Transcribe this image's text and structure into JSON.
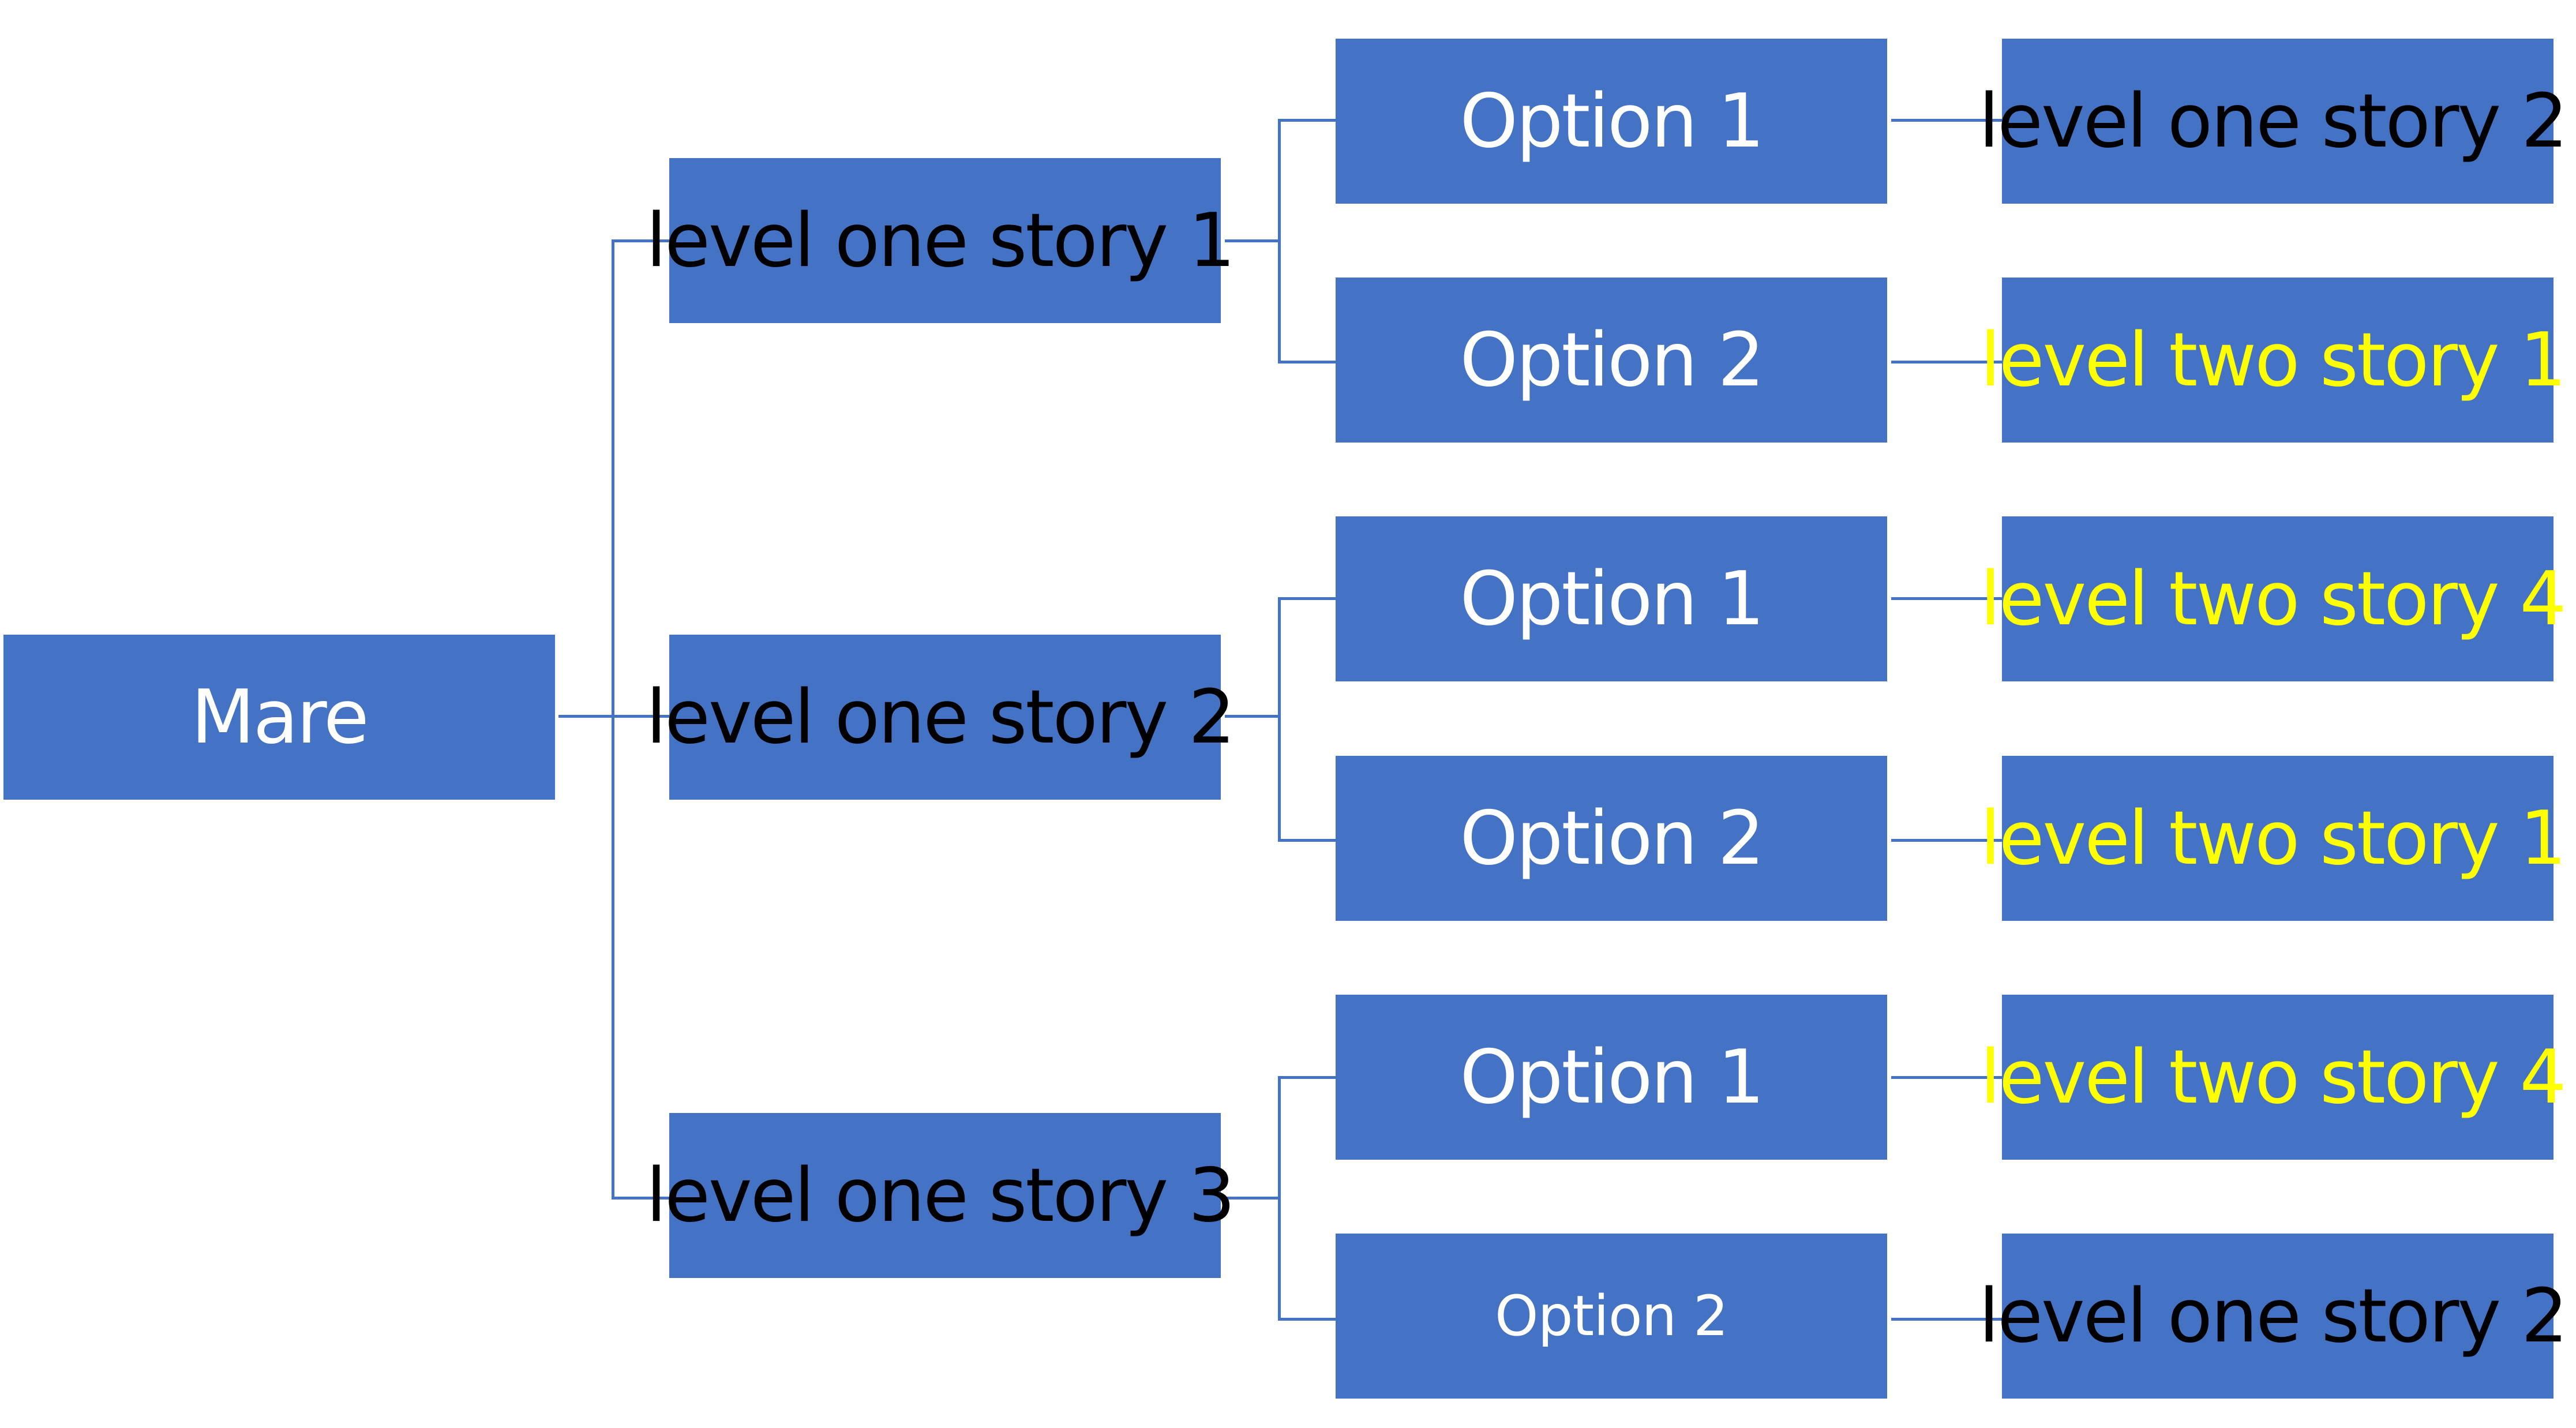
{
  "colors": {
    "box_fill": "#4472c4",
    "connector": "#4472c4",
    "text_white": "#ffffff",
    "text_black": "#000000",
    "text_yellow": "#ffff00"
  },
  "tree": {
    "root": {
      "label": "Mare",
      "text_color": "#ffffff"
    },
    "branches": [
      {
        "label": "level one story 1",
        "text_color": "#000000",
        "options": [
          {
            "label": "Option 1",
            "text_color": "#ffffff",
            "result": {
              "label": "level one story 2",
              "text_color": "#000000"
            }
          },
          {
            "label": "Option 2",
            "text_color": "#ffffff",
            "result": {
              "label": "level two story 1",
              "text_color": "#ffff00"
            }
          }
        ]
      },
      {
        "label": "level one story 2",
        "text_color": "#000000",
        "options": [
          {
            "label": "Option 1",
            "text_color": "#ffffff",
            "result": {
              "label": "level two story 4",
              "text_color": "#ffff00"
            }
          },
          {
            "label": "Option 2",
            "text_color": "#ffffff",
            "result": {
              "label": "level two story 1",
              "text_color": "#ffff00"
            }
          }
        ]
      },
      {
        "label": "level one story 3",
        "text_color": "#000000",
        "options": [
          {
            "label": "Option 1",
            "text_color": "#ffffff",
            "result": {
              "label": "level two story 4",
              "text_color": "#ffff00"
            }
          },
          {
            "label": "Option 2",
            "text_color": "#ffffff",
            "small": true,
            "result": {
              "label": "level one story 2",
              "text_color": "#000000"
            }
          }
        ]
      }
    ]
  }
}
